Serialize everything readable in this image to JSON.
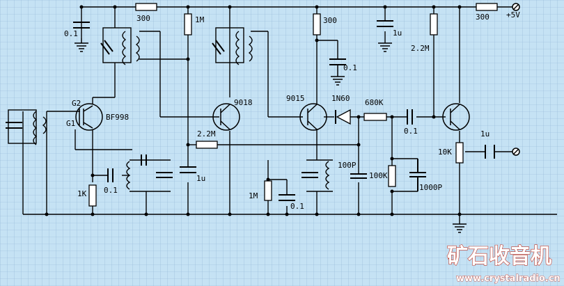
{
  "colors": {
    "background": "#c5e2f4",
    "grid": "#7fa6c8",
    "wire": "#000000",
    "component_fill": "#ffffff",
    "brand_fill": "#ffffff",
    "brand_stroke": "#c0392b"
  },
  "labels": {
    "c_top_left": "0.1",
    "r_top_300": "300",
    "r_1m": "1M",
    "r_mid_300": "300",
    "c_top_1u": "1u",
    "r_right_300": "300",
    "supply": "+5V",
    "c_mid_0_1": "0.1",
    "r_2_2m_top": "2.2M",
    "q1_gate2": "G2",
    "q1_gate1": "G1",
    "q1_name": "BF998",
    "q2_name": "9018",
    "q3_name": "9015",
    "diode": "1N60",
    "r_680k": "680K",
    "c_couple": "0.1",
    "r_2_2m_bias": "2.2M",
    "c_out_1u": "1u",
    "pot": "10K",
    "c_100p": "100P",
    "r_100k": "100K",
    "c_1000p": "1000P",
    "r_1k": "1K",
    "c_src": "0.1",
    "c_bypass_1u": "1u",
    "r_1m_low": "1M",
    "c_low_0_1": "0.1"
  },
  "watermark": {
    "brand": "矿石收音机",
    "url": "www.crystalradio.cn"
  }
}
